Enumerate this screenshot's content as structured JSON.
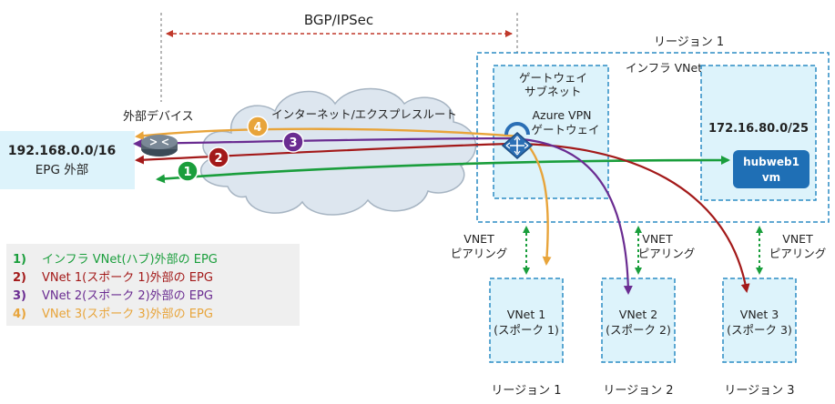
{
  "bgp": {
    "label": "BGP/IPSec"
  },
  "region1": {
    "label": "リージョン 1"
  },
  "infra_vnet": {
    "label": "インフラ VNet"
  },
  "gateway_subnet": {
    "line1": "ゲートウェイ",
    "line2": "サブネット"
  },
  "vpn_gateway": {
    "line1": "Azure VPN",
    "line2": "ゲートウェイ"
  },
  "hub_subnet": {
    "cidr": "172.16.80.0/25"
  },
  "vm": {
    "line1": "hubweb1",
    "line2": "vm"
  },
  "external_device": {
    "label": "外部デバイス"
  },
  "epg": {
    "cidr": "192.168.0.0/16",
    "name": "EPG 外部"
  },
  "internet": {
    "label": "インターネット/エクスプレスルート"
  },
  "peering": {
    "line1": "VNET",
    "line2": "ピアリング"
  },
  "spokes": [
    {
      "line1": "VNet 1",
      "line2": "(スポーク 1)",
      "region": "リージョン 1"
    },
    {
      "line1": "VNet 2",
      "line2": "(スポーク 2)",
      "region": "リージョン 2"
    },
    {
      "line1": "VNet 3",
      "line2": "(スポーク 3)",
      "region": "リージョン 3"
    }
  ],
  "badges": [
    "1",
    "2",
    "3",
    "4"
  ],
  "legend": [
    {
      "num": "1)",
      "text": "インフラ VNet(ハブ)外部の EPG",
      "color": "#1a9e3c"
    },
    {
      "num": "2)",
      "text": "VNet 1(スポーク 1)外部の EPG",
      "color": "#a31919"
    },
    {
      "num": "3)",
      "text": "VNet 2(スポーク 2)外部の EPG",
      "color": "#6a2c91"
    },
    {
      "num": "4)",
      "text": "VNet 3(スポーク 3)外部の EPG",
      "color": "#e8a43a"
    }
  ],
  "colors": {
    "green": "#1a9e3c",
    "red": "#a31919",
    "purple": "#6a2c91",
    "orange": "#e8a43a",
    "blue": "#2b8cc4",
    "bgp_arrow": "#c0392b",
    "vm_fill": "#1f6fb5"
  }
}
